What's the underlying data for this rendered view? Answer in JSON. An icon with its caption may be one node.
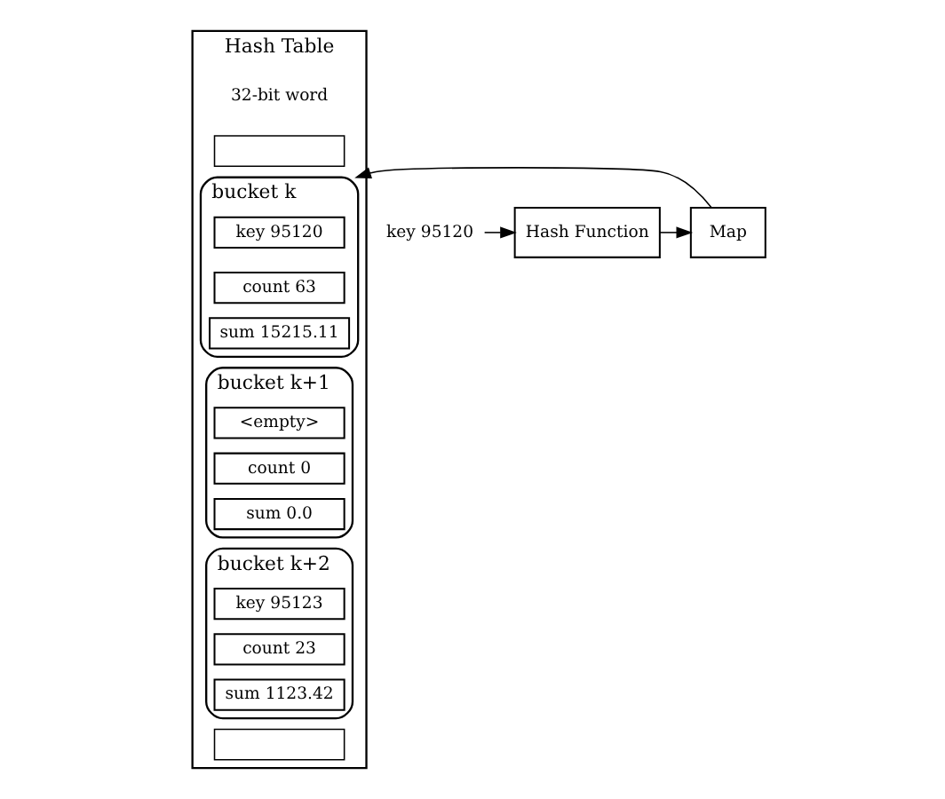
{
  "diagram": {
    "nodes": [
      {
        "text": [
          "key 95120"
        ]
      },
      {
        "text": [
          "Hash Function"
        ]
      },
      {
        "text": [
          "Map"
        ]
      },
      {
        "text": [
          "Hash Table"
        ]
      },
      {
        "text": [],
        "shape": "box",
        "in": 3
      },
      {
        "text": [
          "bucket k"
        ],
        "in": 3
      },
      {
        "text": [
          "key 95120"
        ],
        "in": 5
      },
      {
        "text": [
          "count 63"
        ],
        "in": 5
      },
      {
        "text": [
          "sum 15215.11"
        ],
        "in": 5
      },
      {
        "text": [
          "bucket k+1"
        ],
        "in": 3
      },
      {
        "text": [
          "<empty>"
        ],
        "in": 9
      },
      {
        "text": [
          "count 0"
        ],
        "in": 9
      },
      {
        "text": [
          "sum 0.0"
        ],
        "in": 9
      },
      {
        "text": [
          "bucket k+2"
        ],
        "in": 3
      },
      {
        "text": [
          "key 95123"
        ],
        "in": 13
      },
      {
        "text": [
          "count 23"
        ],
        "in": 13
      },
      {
        "text": [
          "sum 1123.42"
        ],
        "in": 13
      },
      {
        "text": [],
        "shape": "box",
        "in": 3
      }
    ],
    "edges": [
      {
        "from": 0,
        "to": 1,
        "arrow": "to"
      },
      {
        "from": 1,
        "to": 2,
        "arrow": "to"
      },
      {
        "from": 2,
        "to": 5,
        "arrow": "to"
      }
    ],
    "labels": [
      "32-bit word"
    ]
  }
}
